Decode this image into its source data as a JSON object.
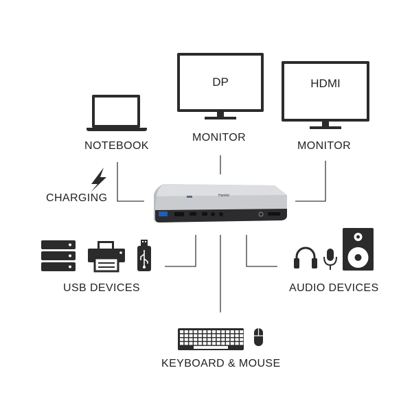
{
  "labels": {
    "notebook": "NOTEBOOK",
    "dp_screen": "DP",
    "dp_monitor": "MONITOR",
    "hdmi_screen": "HDMI",
    "hdmi_monitor": "MONITOR",
    "charging": "CHARGING",
    "usb_devices": "USB DEVICES",
    "audio_devices": "AUDIO DEVICES",
    "keyboard_mouse": "KEYBOARD & MOUSE",
    "dock_brand": "Hamlet"
  },
  "icons": [
    "laptop-icon",
    "monitor-icon",
    "lightning-icon",
    "server-icon",
    "printer-icon",
    "usb-stick-icon",
    "headphones-icon",
    "microphone-icon",
    "speaker-icon",
    "keyboard-icon",
    "mouse-icon",
    "docking-station-icon"
  ],
  "colors": {
    "line": "#3a3a3a",
    "icon": "#2b2b2b",
    "dock": "#c6c8cb",
    "usb_blue": "#1f5fb8"
  }
}
